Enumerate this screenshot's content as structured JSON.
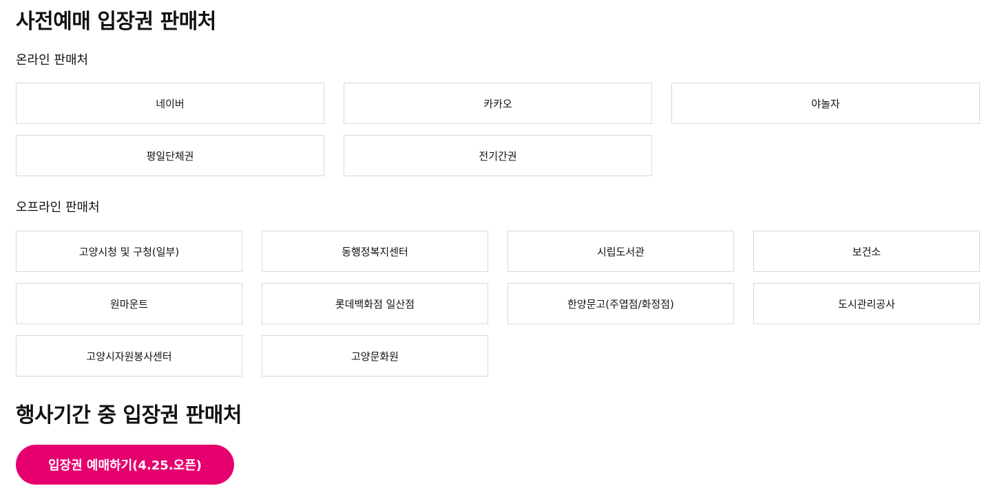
{
  "presale": {
    "title": "사전예매 입장권 판매처",
    "online": {
      "heading": "온라인 판매처",
      "items": [
        "네이버",
        "카카오",
        "야놀자",
        "평일단체권",
        "전기간권"
      ]
    },
    "offline": {
      "heading": "오프라인 판매처",
      "items": [
        "고양시청 및 구청(일부)",
        "동행정복지센터",
        "시립도서관",
        "보건소",
        "원마운트",
        "롯데백화점 일산점",
        "한양문고(주엽점/화정점)",
        "도시관리공사",
        "고양시자원봉사센터",
        "고양문화원"
      ]
    }
  },
  "event": {
    "title": "행사기간 중 입장권 판매처",
    "cta_label": "입장권 예매하기(4.25.오픈)"
  },
  "colors": {
    "accent": "#e6006f",
    "border": "#d9d9d9"
  }
}
